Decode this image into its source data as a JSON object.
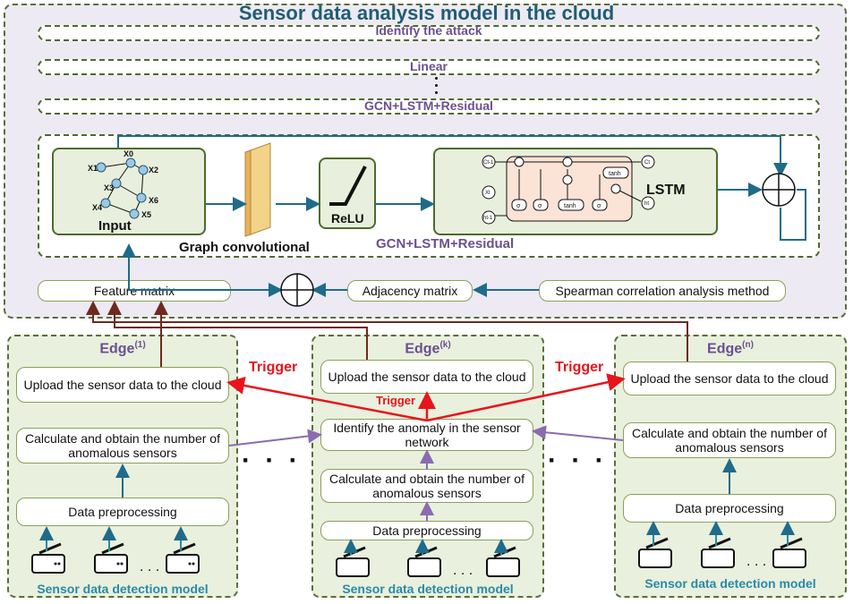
{
  "cloud": {
    "title": "Sensor data analysis model in the cloud",
    "layers": [
      "Identify the attack",
      "Linear",
      "GCN+LSTM+Residual"
    ],
    "gcn_panel_label": "GCN+LSTM+Residual",
    "input_label": "Input",
    "graph_nodes": [
      "X1",
      "X0",
      "X2",
      "X3",
      "X6",
      "X4",
      "X5"
    ],
    "graph_conv_label": "Graph convolutional",
    "relu_label": "ReLU",
    "lstm_label": "LSTM",
    "lstm_ops": [
      "tanh",
      "tanh",
      "σ",
      "σ",
      "σ"
    ],
    "lstm_io": [
      "Ct-1",
      "Ct",
      "Xt",
      "ht-1",
      "ht"
    ],
    "feature_matrix": "Feature matrix",
    "adjacency_matrix": "Adjacency matrix",
    "spearman": "Spearman correlation analysis method"
  },
  "edges": [
    {
      "title": "Edge",
      "sup": "(1)",
      "upload": "Upload the sensor data to the cloud",
      "calculate": "Calculate and obtain  the number of anomalous sensors",
      "preprocess": "Data preprocessing",
      "sensor_label": "Sensor data detection model"
    },
    {
      "title": "Edge",
      "sup": "(k)",
      "upload": "Upload the sensor data to the cloud",
      "identify": "Identify the anomaly in the sensor network",
      "calculate": "Calculate and obtain  the number of anomalous sensors",
      "preprocess": "Data preprocessing",
      "sensor_label": "Sensor data detection model"
    },
    {
      "title": "Edge",
      "sup": "(n)",
      "upload": "Upload the sensor data to the cloud",
      "calculate": "Calculate and obtain  the number of anomalous sensors",
      "preprocess": "Data preprocessing",
      "sensor_label": "Sensor data detection model"
    }
  ],
  "triggers": [
    "Trigger",
    "Trigger",
    "Trigger"
  ],
  "dots": "· · ·",
  "colors": {
    "arrow_teal": "#1f6b8a",
    "arrow_red": "#e8141b",
    "arrow_brown": "#6e2a1e",
    "arrow_purple": "#8a6bb0",
    "edge_fill": "#e9f0dd",
    "cloud_fill": "#edeaf3"
  }
}
